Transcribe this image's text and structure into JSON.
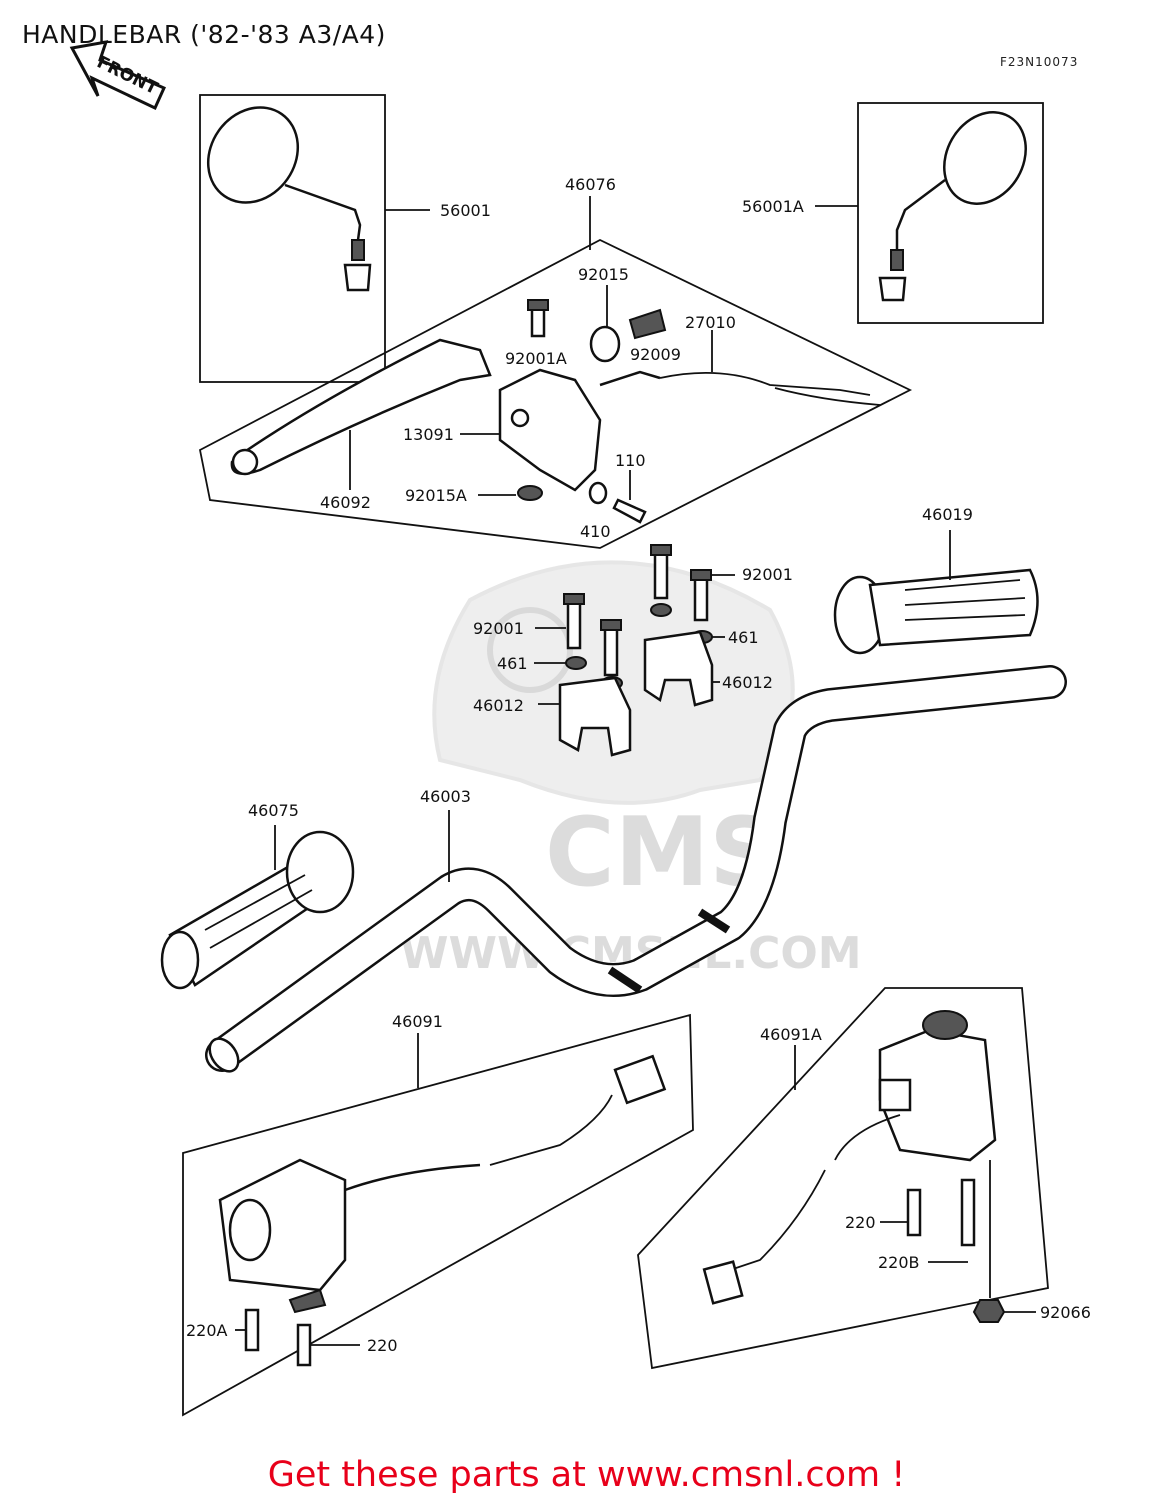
{
  "title": "HANDLEBAR ('82-'83 A3/A4)",
  "figure_code": "F23N10073",
  "front_label": "FRONT",
  "watermark": {
    "brand": "CMS",
    "url": "WWW.CMSNL.COM"
  },
  "footer": "Get these parts at www.cmsnl.com !",
  "accent_color": "#e8001a",
  "parts": {
    "p56001": "56001",
    "p56001A": "56001A",
    "p46076": "46076",
    "p92015": "92015",
    "p27010": "27010",
    "p92001A": "92001A",
    "p92009": "92009",
    "p13091": "13091",
    "p110": "110",
    "p92015A": "92015A",
    "p46092": "46092",
    "p410": "410",
    "p46019": "46019",
    "p92001_r": "92001",
    "p92001_l": "92001",
    "p461_r": "461",
    "p461_l": "461",
    "p46012_r": "46012",
    "p46012_l": "46012",
    "p46075": "46075",
    "p46003": "46003",
    "p46091": "46091",
    "p46091A": "46091A",
    "p220_r": "220",
    "p220B": "220B",
    "p92066": "92066",
    "p220A": "220A",
    "p220_l": "220"
  }
}
